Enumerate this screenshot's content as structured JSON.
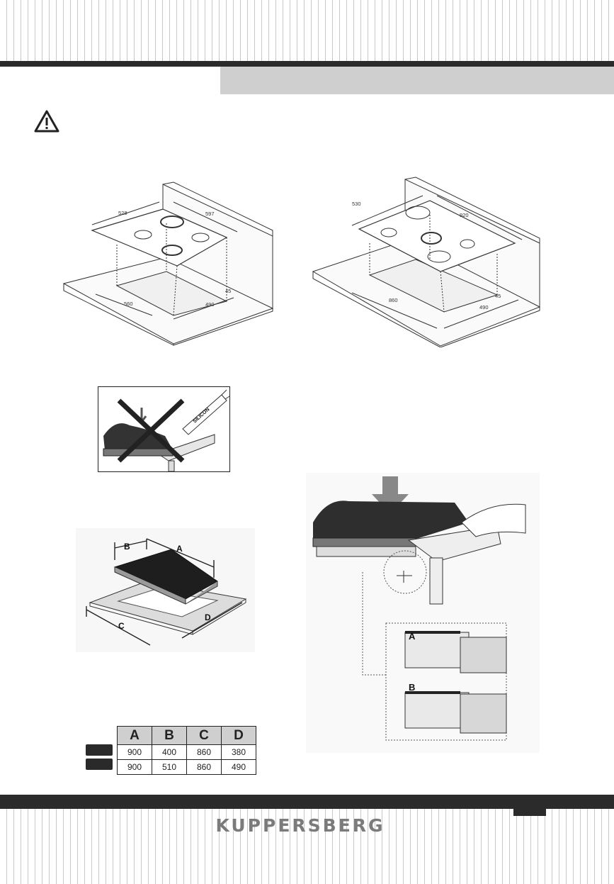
{
  "brand": "KUPPERSBERG",
  "icons": {
    "warning": "warning-triangle-icon"
  },
  "diagram_left": {
    "dims": {
      "depth": "528",
      "width": "597",
      "cut_width": "560",
      "cut_depth": "490",
      "edge": "45"
    }
  },
  "diagram_right": {
    "dims": {
      "depth": "530",
      "width": "920",
      "cut_width": "860",
      "cut_depth": "490",
      "edge": "45"
    }
  },
  "sealant_label": "SILICON",
  "frame_labels": {
    "a": "A",
    "b": "B",
    "c": "C",
    "d": "D"
  },
  "detail_labels": {
    "a": "A",
    "b": "B"
  },
  "table": {
    "headers": [
      "A",
      "B",
      "C",
      "D"
    ],
    "rows": [
      {
        "icon": "three-burner-hob-icon",
        "cells": [
          "900",
          "400",
          "860",
          "380"
        ]
      },
      {
        "icon": "four-burner-hob-icon",
        "cells": [
          "900",
          "510",
          "860",
          "490"
        ]
      }
    ]
  }
}
